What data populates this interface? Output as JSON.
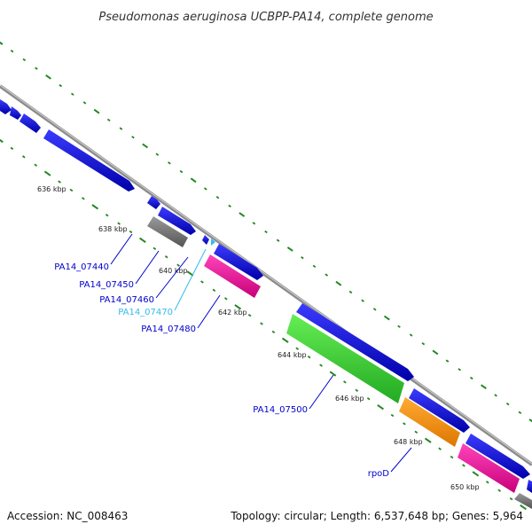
{
  "title": "Pseudomonas aeruginosa UCBPP-PA14, complete genome",
  "footer": {
    "accession": "Accession: NC_008463",
    "summary": "Topology: circular; Length: 6,537,648 bp; Genes: 5,964"
  },
  "ticks": [
    "636 kbp",
    "638 kbp",
    "640 kbp",
    "642 kbp",
    "644 kbp",
    "646 kbp",
    "648 kbp",
    "650 kbp"
  ],
  "genes": [
    {
      "id": "PA14_07440",
      "color": "#0000cc"
    },
    {
      "id": "PA14_07450",
      "color": "#0000cc"
    },
    {
      "id": "PA14_07460",
      "color": "#0000cc"
    },
    {
      "id": "PA14_07470",
      "color": "#33bbee"
    },
    {
      "id": "PA14_07480",
      "color": "#0000cc"
    },
    {
      "id": "PA14_07500",
      "color": "#0000cc"
    },
    {
      "id": "rpoD",
      "color": "#0000cc"
    }
  ],
  "feature_colors": {
    "cds": "#0000ee",
    "pseudo": "#777777",
    "rna_magenta": "#ee1199",
    "green": "#33cc33",
    "orange": "#ee8800",
    "backbone": "#888888",
    "tick_marks": "#228822"
  }
}
